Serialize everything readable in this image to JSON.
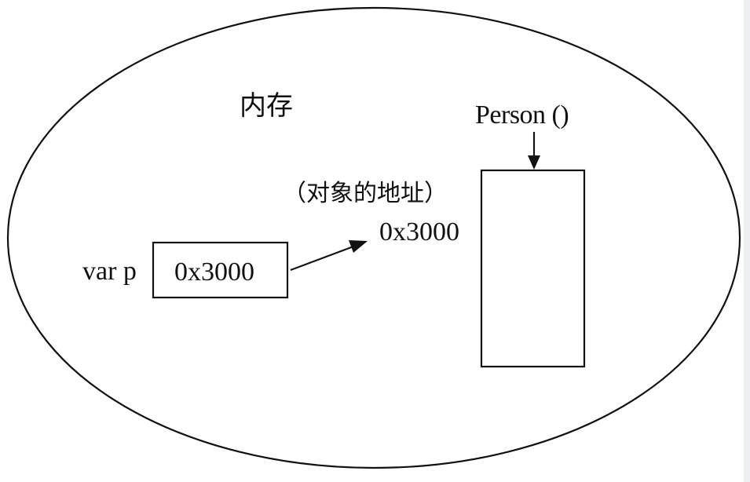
{
  "memory_label": "内存",
  "constructor_label": "Person ()",
  "address_note": "（对象的地址）",
  "address_value": "0x3000",
  "variable": {
    "name": "var p",
    "value": "0x3000"
  },
  "colors": {
    "stroke": "#111111",
    "background": "#ffffff"
  }
}
